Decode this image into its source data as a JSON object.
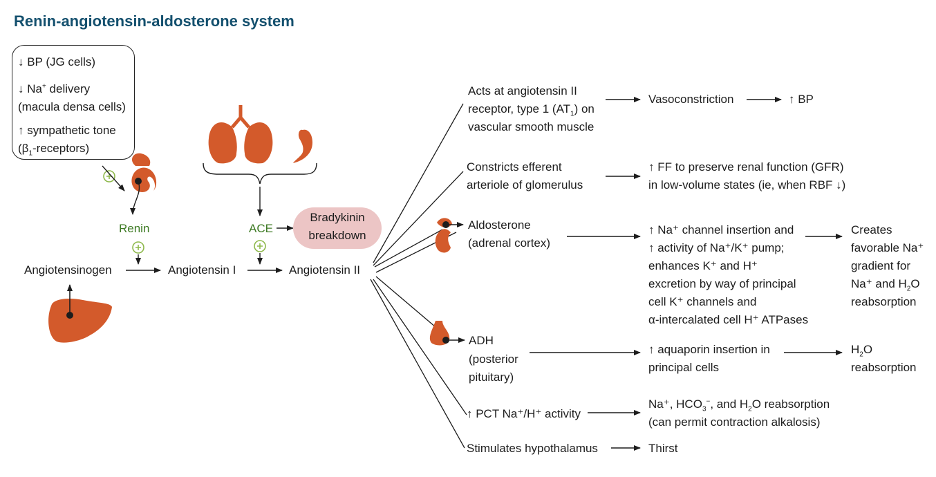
{
  "title": "Renin-angiotensin-aldosterone system",
  "colors": {
    "title": "#14506e",
    "enzyme_label": "#3d7a23",
    "organ": "#d35a2b",
    "organ_light": "#e0734a",
    "bradykinin_bg": "#ecc5c5",
    "plus_circle": "#8db84a"
  },
  "triggers": {
    "bp": "↓ BP (JG cells)",
    "na_line1": "↓ Na",
    "na_sup": "+",
    "na_line1b": " delivery",
    "na_line2": "(macula densa cells)",
    "symp_line1": "↑ sympathetic tone",
    "symp_line2a": "(β",
    "symp_sub": "1",
    "symp_line2b": "-receptors)"
  },
  "cascade": {
    "angiotensinogen": "Angiotensinogen",
    "angiotensin_i": "Angiotensin I",
    "angiotensin_ii": "Angiotensin II",
    "renin": "Renin",
    "ace": "ACE",
    "bradykinin_1": "Bradykinin",
    "bradykinin_2": "breakdown"
  },
  "effects": {
    "at1_1": "Acts at angiotensin II",
    "at1_2a": "receptor, type 1 (AT",
    "at1_2sub": "1",
    "at1_2b": ") on",
    "at1_3": "vascular smooth muscle",
    "vasoconstriction": "Vasoconstriction",
    "bp_up": "↑ BP",
    "efferent_1": "Constricts efferent",
    "efferent_2": "arteriole of glomerulus",
    "ff_1": "↑ FF to preserve renal function (GFR)",
    "ff_2": "in low-volume states (ie, when RBF ↓)",
    "aldo_1": "Aldosterone",
    "aldo_2": "(adrenal cortex)",
    "na_ch_1": "↑ Na⁺ channel insertion and",
    "na_ch_2": "↑ activity of Na⁺/K⁺ pump;",
    "na_ch_3": "enhances K⁺ and H⁺",
    "na_ch_4": "excretion by way of principal",
    "na_ch_5": "cell K⁺ channels and",
    "na_ch_6": "α-intercalated cell H⁺ ATPases",
    "grad_1": "Creates",
    "grad_2": "favorable Na⁺",
    "grad_3": "gradient for",
    "grad_4a": "Na⁺ and H",
    "grad_4sub": "2",
    "grad_4b": "O",
    "grad_5": "reabsorption",
    "adh_1": "ADH",
    "adh_2": "(posterior",
    "adh_3": "pituitary)",
    "aqp_1": "↑ aquaporin insertion in",
    "aqp_2": "principal cells",
    "h2o_1a": "H",
    "h2o_1sub": "2",
    "h2o_1b": "O",
    "h2o_2": "reabsorption",
    "pct": "↑ PCT Na⁺/H⁺ activity",
    "hco3_1a": "Na⁺, HCO",
    "hco3_1sub": "3",
    "hco3_1sup": "−",
    "hco3_1b": ", and H",
    "hco3_1sub2": "2",
    "hco3_1c": "O reabsorption",
    "hco3_2": "(can permit contraction alkalosis)",
    "hypothalamus": "Stimulates hypothalamus",
    "thirst": "Thirst"
  },
  "icons": {
    "liver": "liver-icon",
    "lungs": "lungs-icon",
    "kidney": "kidney-icon",
    "adrenal": "adrenal-icon",
    "pituitary": "pituitary-icon",
    "plus": "plus-circle-icon"
  }
}
